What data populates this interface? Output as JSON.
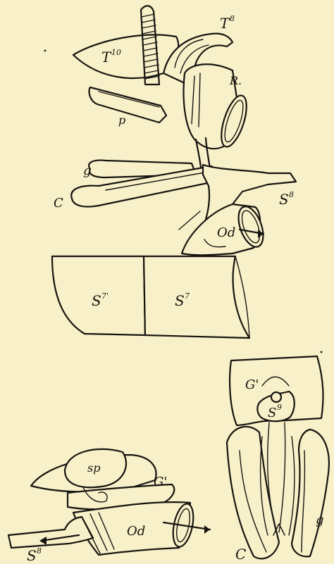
{
  "figure": {
    "background": "#f8f0c8",
    "ink": "#161410",
    "upper_labels": {
      "t8": "T",
      "t8_sup": "8",
      "t10": "T",
      "t10_sup": "10",
      "r": "R.",
      "p": "p",
      "g": "g",
      "c": "C",
      "s8": "S",
      "s8_sup": "8",
      "od": "Od",
      "s7_left": "S",
      "s7_left_sup": "7'",
      "s7_right": "S",
      "s7_right_sup": "7"
    },
    "lower_left_labels": {
      "sp": "sp",
      "g_prime": "G'",
      "od": "Od",
      "s8": "S",
      "s8_sup": "8"
    },
    "lower_right_labels": {
      "g_prime": "G'",
      "s9": "S",
      "s9_sup": "9",
      "g": "g",
      "c": "C"
    }
  }
}
